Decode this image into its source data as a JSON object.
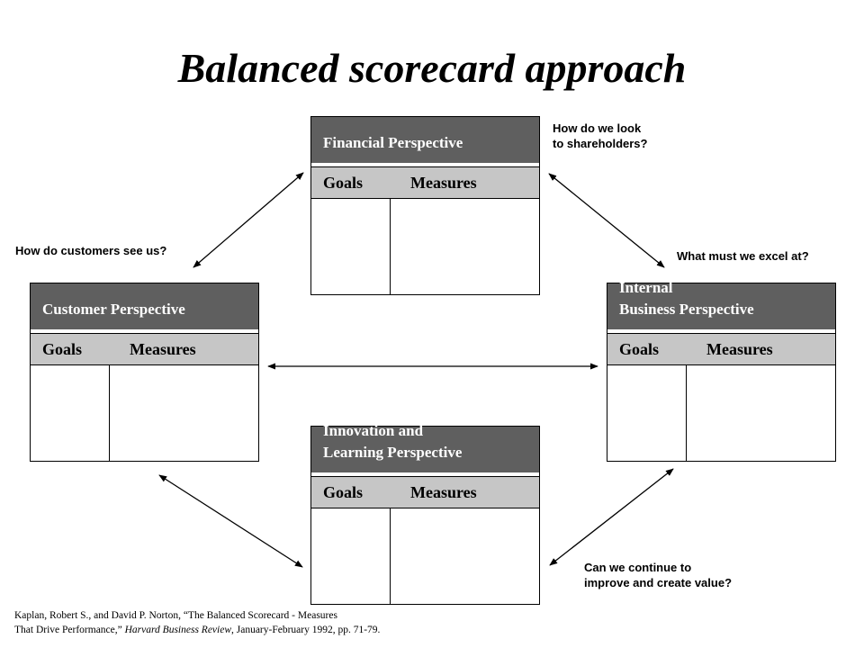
{
  "title": "Balanced scorecard approach",
  "cards": {
    "financial": {
      "title": "Financial Perspective",
      "goals": "Goals",
      "measures": "Measures"
    },
    "customer": {
      "title": "Customer  Perspective",
      "goals": "Goals",
      "measures": "Measures"
    },
    "internal": {
      "title": "Internal\nBusiness  Perspective",
      "goals": "Goals",
      "measures": "Measures"
    },
    "innovation": {
      "title": "Innovation and\nLearning Perspective",
      "goals": "Goals",
      "measures": "Measures"
    }
  },
  "questions": {
    "shareholders": "How do we look\nto shareholders?",
    "customers": "How do customers see us?",
    "excel": "What must we excel at?",
    "improve": "Can we continue to\nimprove and create value?"
  },
  "citation": {
    "line1": "Kaplan, Robert S., and David P. Norton, “The Balanced Scorecard - Measures",
    "line2_prefix": "That Drive Performance,” ",
    "journal": "Harvard Business Review",
    "line2_suffix": ", January-February 1992, pp. 71-79."
  },
  "colors": {
    "header": "#5f5f5f",
    "subheader": "#c6c6c6",
    "arrow": "#000000"
  }
}
